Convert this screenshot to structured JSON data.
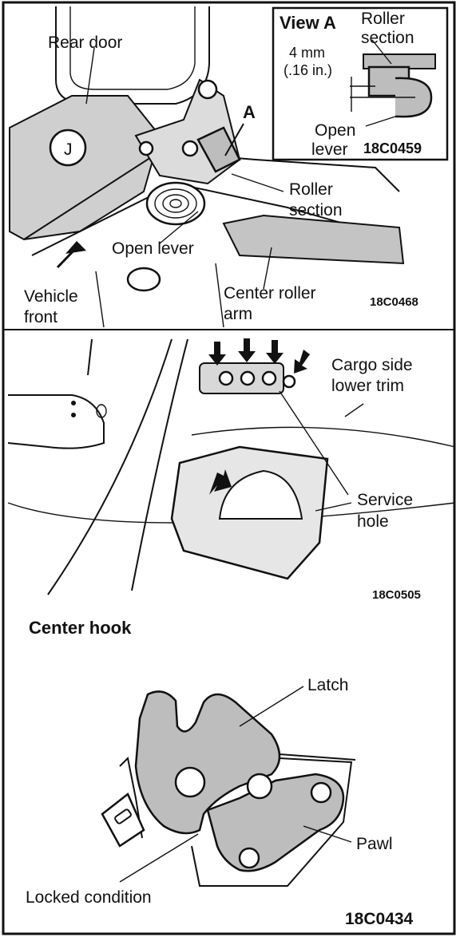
{
  "panel_top": {
    "labels": {
      "rear_door": "Rear door",
      "vehicle_front_1": "Vehicle",
      "vehicle_front_2": "front",
      "open_lever": "Open lever",
      "roller_section_1": "Roller",
      "roller_section_2": "section",
      "center_roller_arm_1": "Center roller",
      "center_roller_arm_2": "arm",
      "callout_a": "A",
      "figure_code": "18C0468"
    },
    "inset": {
      "title": "View A",
      "roller_section_1": "Roller",
      "roller_section_2": "section",
      "dimension_1": "4 mm",
      "dimension_2": "(.16 in.)",
      "open_lever_1": "Open",
      "open_lever_2": "lever",
      "figure_code": "18C0459"
    }
  },
  "panel_middle": {
    "labels": {
      "cargo_trim_1": "Cargo side",
      "cargo_trim_2": "lower trim",
      "service_hole_1": "Service",
      "service_hole_2": "hole",
      "figure_code": "18C0505"
    }
  },
  "panel_bottom": {
    "title": "Center hook",
    "labels": {
      "latch": "Latch",
      "pawl": "Pawl",
      "locked_condition": "Locked condition",
      "figure_code": "18C0434"
    }
  }
}
